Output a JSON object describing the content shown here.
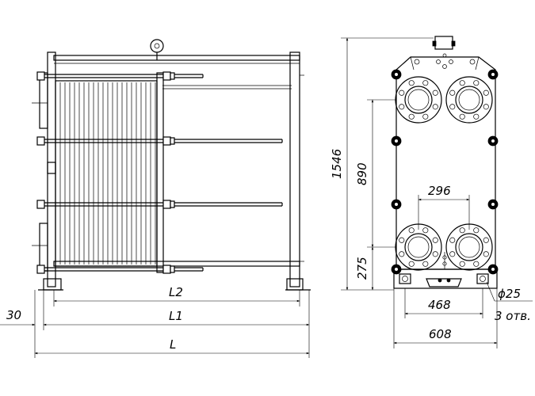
{
  "dimensions": {
    "L2": "L2",
    "L1": "L1",
    "L": "L",
    "left_offset": "30",
    "height_total": "1546",
    "port_spacing_vertical": "890",
    "bottom_port_height": "275",
    "port_spacing_horizontal": "296",
    "foot_hole_spacing": "468",
    "overall_width": "608",
    "hole_diameter": "ϕ25",
    "hole_count": "3 отв."
  },
  "colors": {
    "line": "#000000",
    "background": "#ffffff"
  }
}
